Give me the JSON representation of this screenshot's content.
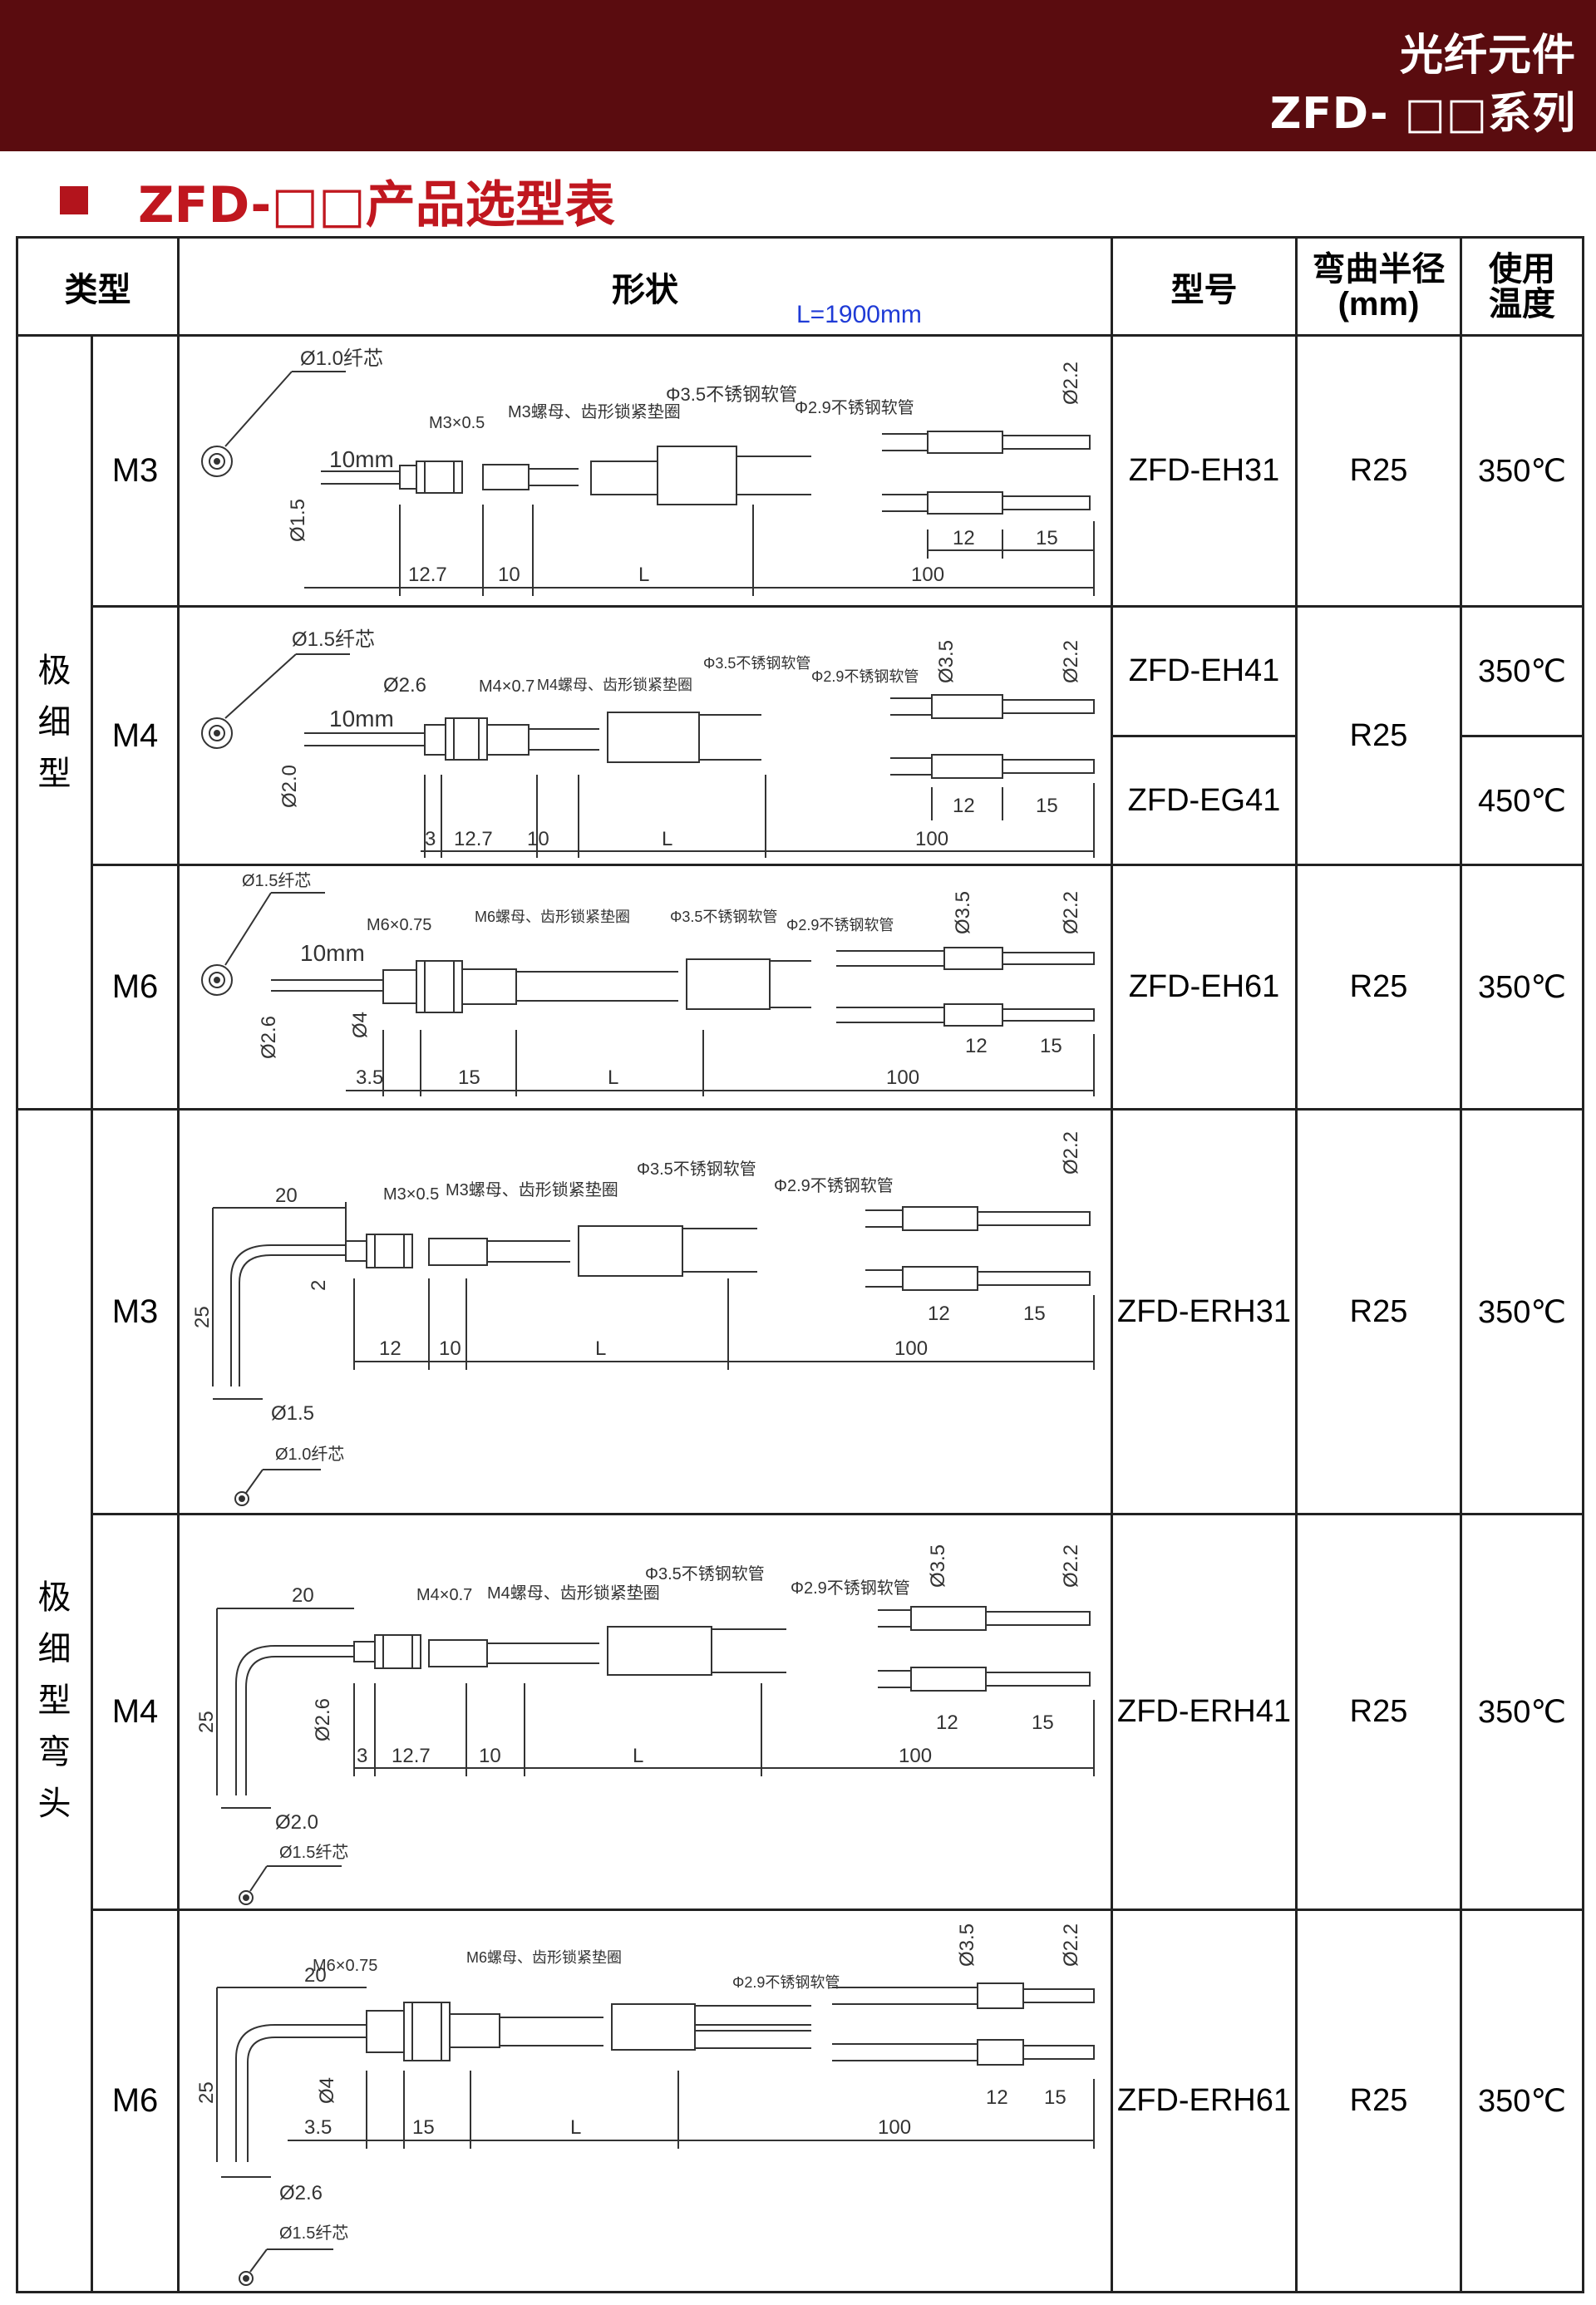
{
  "header": {
    "line1": "光纤元件",
    "line2": "ZFD- □□系列"
  },
  "section_title": "ZFD-□□产品选型表",
  "table": {
    "columns": {
      "type": "类型",
      "shape": "形状",
      "model": "型号",
      "radius": "弯曲半径\n(mm)",
      "temp": "使用\n温度"
    },
    "length_note": "L=1900mm",
    "groups": [
      {
        "category": "极\n细\n型",
        "rows": [
          {
            "size": "M3",
            "models": [
              "ZFD-EH31"
            ],
            "radius": "R25",
            "temps": [
              "350℃"
            ],
            "drawing": {
              "fiber_dia": "Ø1.0纤芯",
              "probe_dia": "Ø1.5",
              "tip": "10mm",
              "thread": "M3×0.5",
              "nut": "M3螺母、齿形锁紧垫圈",
              "tube": "Φ3.5不锈钢软管",
              "tube2": "Φ2.9不锈钢软管",
              "end_dia": "Ø2.2",
              "dims": [
                "12.7",
                "10",
                "L",
                "100",
                "12",
                "15"
              ]
            }
          },
          {
            "size": "M4",
            "models": [
              "ZFD-EH41",
              "ZFD-EG41"
            ],
            "radius": "R25",
            "temps": [
              "350℃",
              "450℃"
            ],
            "drawing": {
              "fiber_dia": "Ø1.5纤芯",
              "probe_dia": "Ø2.0",
              "tip": "10mm",
              "sleeve": "Ø2.6",
              "thread": "M4×0.7",
              "nut": "M4螺母、齿形锁紧垫圈",
              "tube": "Φ3.5不锈钢软管",
              "tube2": "Φ2.9不锈钢软管",
              "end_dia1": "Ø3.5",
              "end_dia": "Ø2.2",
              "dims": [
                "3",
                "12.7",
                "10",
                "L",
                "100",
                "12",
                "15"
              ]
            }
          },
          {
            "size": "M6",
            "models": [
              "ZFD-EH61"
            ],
            "radius": "R25",
            "temps": [
              "350℃"
            ],
            "drawing": {
              "fiber_dia": "Ø1.5纤芯",
              "probe_dia": "Ø2.6",
              "tip": "10mm",
              "sleeve": "Ø4",
              "thread": "M6×0.75",
              "nut": "M6螺母、齿形锁紧垫圈",
              "tube": "Φ3.5不锈钢软管",
              "tube2": "Φ2.9不锈钢软管",
              "end_dia1": "Ø3.5",
              "end_dia": "Ø2.2",
              "dims": [
                "3.5",
                "15",
                "L",
                "100",
                "12",
                "15"
              ]
            }
          }
        ]
      },
      {
        "category": "极\n细\n型\n弯\n头",
        "rows": [
          {
            "size": "M3",
            "models": [
              "ZFD-ERH31"
            ],
            "radius": "R25",
            "temps": [
              "350℃"
            ],
            "drawing": {
              "fiber_dia": "Ø1.0纤芯",
              "probe_dia": "Ø1.5",
              "bend_w": "20",
              "bend_h": "25",
              "gap": "2",
              "thread": "M3×0.5",
              "nut": "M3螺母、齿形锁紧垫圈",
              "tube": "Φ3.5不锈钢软管",
              "tube2": "Φ2.9不锈钢软管",
              "end_dia": "Ø2.2",
              "dims": [
                "12",
                "10",
                "L",
                "100",
                "12",
                "15"
              ]
            }
          },
          {
            "size": "M4",
            "models": [
              "ZFD-ERH41"
            ],
            "radius": "R25",
            "temps": [
              "350℃"
            ],
            "drawing": {
              "fiber_dia": "Ø1.5纤芯",
              "probe_dia": "Ø2.0",
              "sleeve": "Ø2.6",
              "bend_w": "20",
              "bend_h": "25",
              "thread": "M4×0.7",
              "nut": "M4螺母、齿形锁紧垫圈",
              "tube": "Φ3.5不锈钢软管",
              "tube2": "Φ2.9不锈钢软管",
              "end_dia1": "Ø3.5",
              "end_dia": "Ø2.2",
              "dims": [
                "3",
                "12.7",
                "10",
                "L",
                "100",
                "12",
                "15"
              ]
            }
          },
          {
            "size": "M6",
            "models": [
              "ZFD-ERH61"
            ],
            "radius": "R25",
            "temps": [
              "350℃"
            ],
            "drawing": {
              "fiber_dia": "Ø1.5纤芯",
              "probe_dia": "Ø2.6",
              "sleeve": "Ø4",
              "bend_w": "20",
              "bend_h": "25",
              "thread": "M6×0.75",
              "nut": "M6螺母、齿形锁紧垫圈",
              "tube2": "Φ2.9不锈钢软管",
              "end_dia1": "Ø3.5",
              "end_dia": "Ø2.2",
              "dims": [
                "3.5",
                "15",
                "L",
                "100",
                "12",
                "15"
              ]
            }
          }
        ]
      }
    ]
  },
  "colors": {
    "header_bg": "#5a0c0f",
    "accent_red": "#c0171f",
    "note_blue": "#1f3bd6"
  }
}
